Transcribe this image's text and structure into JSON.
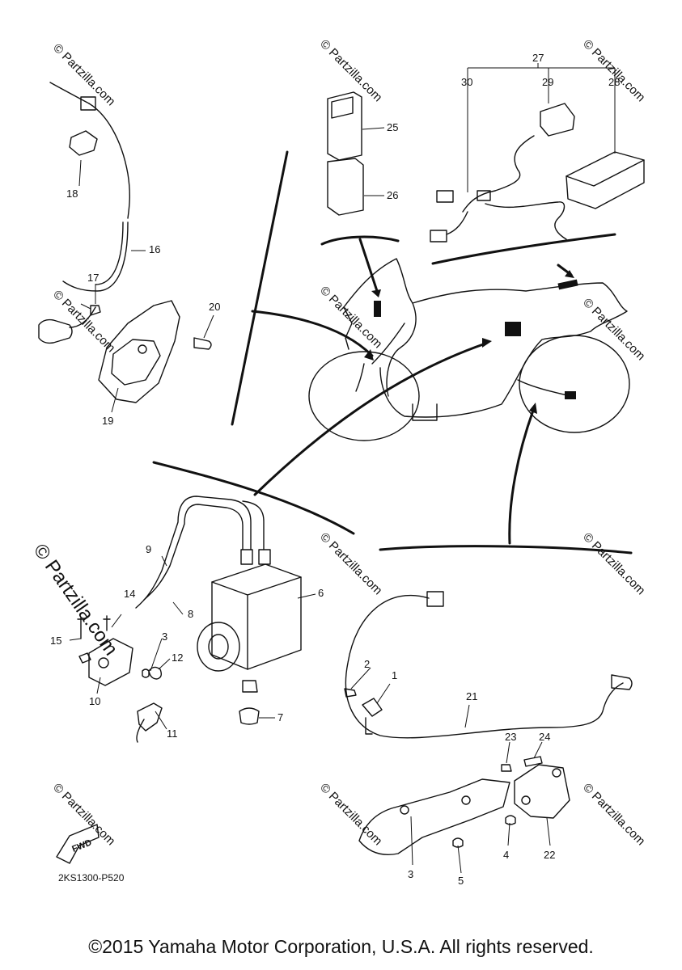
{
  "diagram": {
    "drawing_number": "2KS1300-P520",
    "fwd_label": "FWD",
    "watermark_text": "© Partzilla.com",
    "brand_watermark": "© Partzilla.com",
    "copyright": "©2015 Yamaha Motor Corporation, U.S.A. All rights reserved.",
    "callouts": {
      "c1": "1",
      "c2": "2",
      "c3a": "3",
      "c3b": "3",
      "c4": "4",
      "c5": "5",
      "c6": "6",
      "c7": "7",
      "c8": "8",
      "c9": "9",
      "c10": "10",
      "c11": "11",
      "c12": "12",
      "c14": "14",
      "c15": "15",
      "c16": "16",
      "c17": "17",
      "c18": "18",
      "c19": "19",
      "c20": "20",
      "c21": "21",
      "c22": "22",
      "c23": "23",
      "c24": "24",
      "c25": "25",
      "c26": "26",
      "c27": "27",
      "c28": "28",
      "c29": "29",
      "c30": "30"
    }
  }
}
